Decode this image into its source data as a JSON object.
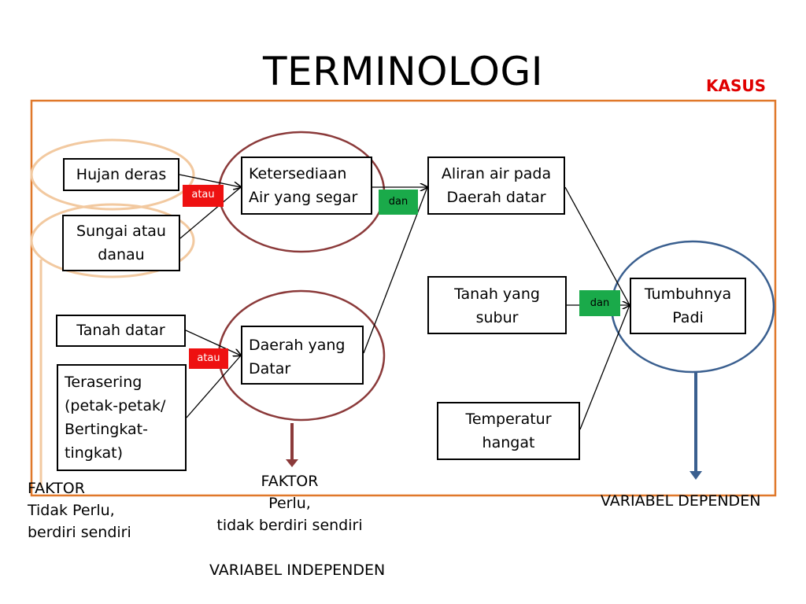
{
  "title": "TERMINOLOGI",
  "case_label": "KASUS",
  "colors": {
    "frame": "#e0782a",
    "beige_ellipse": "#f2c9a0",
    "brown": "#8b3a3a",
    "blue": "#3a5f8f",
    "red_tag": "#ee1111",
    "green_tag": "#1aaa4a"
  },
  "boxes": {
    "hujan": "Hujan deras",
    "sungai": [
      "Sungai atau",
      "danau"
    ],
    "tanah_datar": "Tanah datar",
    "terasering": [
      "Terasering",
      "(petak-petak/",
      "Bertingkat-",
      "tingkat)"
    ],
    "ketersediaan": [
      "Ketersediaan",
      "Air yang segar"
    ],
    "daerah": [
      "Daerah yang",
      "Datar"
    ],
    "aliran": [
      "Aliran air pada",
      "Daerah datar"
    ],
    "tanah_subur": [
      "Tanah yang",
      "subur"
    ],
    "temperatur": [
      "Temperatur",
      "hangat"
    ],
    "tumbuhnya": [
      "Tumbuhnya",
      "Padi"
    ]
  },
  "connectors": {
    "atau_top": "atau",
    "atau_bottom": "atau",
    "dan_top": "dan",
    "dan_right": "dan"
  },
  "captions": {
    "faktor_tidak_perlu": [
      "FAKTOR",
      "Tidak Perlu,",
      "berdiri sendiri"
    ],
    "faktor_perlu": [
      "FAKTOR",
      "Perlu,",
      "tidak berdiri sendiri"
    ],
    "variabel_independen": "VARIABEL INDEPENDEN",
    "variabel_dependen": "VARIABEL DEPENDEN"
  }
}
